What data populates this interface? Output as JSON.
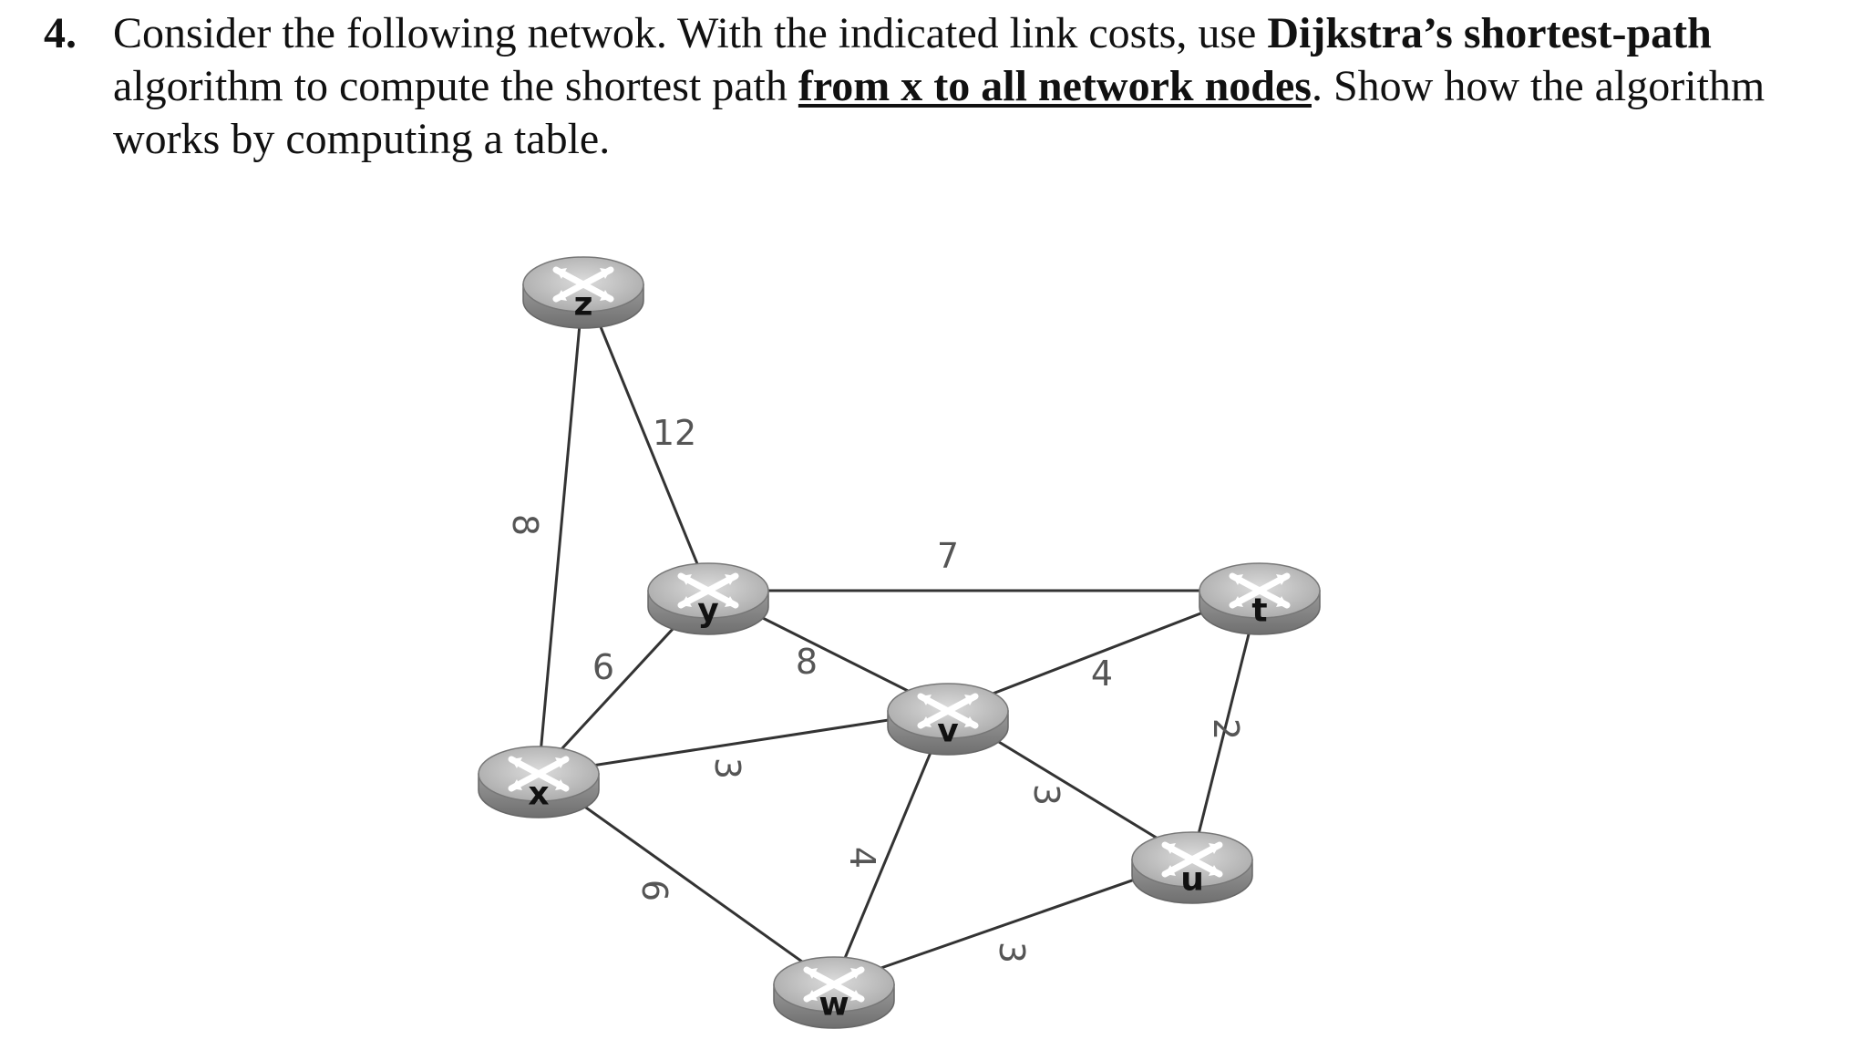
{
  "question": {
    "number": "4.",
    "part1": "Consider the following netwok. With the indicated link costs, use ",
    "bold1": "Dijkstra’s shortest-path",
    "part2": " algorithm to compute the shortest path ",
    "underline": "from x to all network nodes",
    "part3": ". Show how the algorithm works by computing a table."
  },
  "network": {
    "nodes": [
      {
        "id": "z",
        "label": "z"
      },
      {
        "id": "y",
        "label": "y"
      },
      {
        "id": "t",
        "label": "t"
      },
      {
        "id": "v",
        "label": "v"
      },
      {
        "id": "x",
        "label": "x"
      },
      {
        "id": "u",
        "label": "u"
      },
      {
        "id": "w",
        "label": "w"
      }
    ],
    "edges": [
      {
        "from": "z",
        "to": "x",
        "cost": "8"
      },
      {
        "from": "z",
        "to": "y",
        "cost": "12"
      },
      {
        "from": "y",
        "to": "t",
        "cost": "7"
      },
      {
        "from": "y",
        "to": "x",
        "cost": "6"
      },
      {
        "from": "y",
        "to": "v",
        "cost": "8"
      },
      {
        "from": "x",
        "to": "v",
        "cost": "3"
      },
      {
        "from": "x",
        "to": "w",
        "cost": "6"
      },
      {
        "from": "v",
        "to": "t",
        "cost": "4"
      },
      {
        "from": "v",
        "to": "u",
        "cost": "3"
      },
      {
        "from": "v",
        "to": "w",
        "cost": "4"
      },
      {
        "from": "t",
        "to": "u",
        "cost": "2"
      },
      {
        "from": "u",
        "to": "w",
        "cost": "3"
      }
    ]
  }
}
